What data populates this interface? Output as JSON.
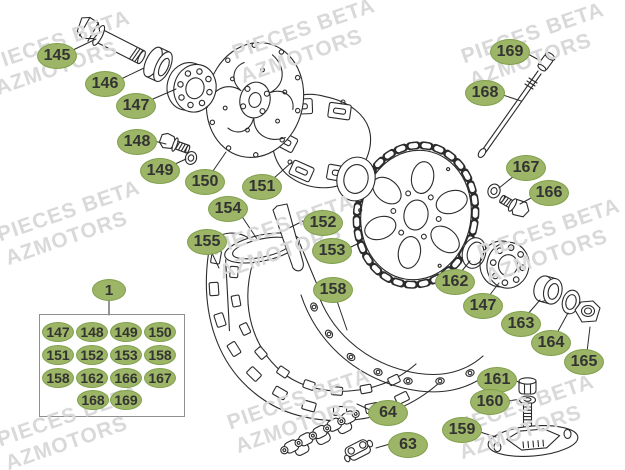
{
  "watermark": {
    "line1": "PIECES BETA",
    "line2": "AZMOTORS"
  },
  "colors": {
    "callout_fill": "#9cb566",
    "callout_border": "#7fa04c",
    "callout_text": "#333333",
    "line_art": "#2b2b2b",
    "watermark": "#d9d9d9"
  },
  "callouts": {
    "group_ref": "1",
    "main": [
      "145",
      "146",
      "147",
      "148",
      "149",
      "150",
      "151",
      "154",
      "152",
      "155",
      "153",
      "158",
      "162",
      "147",
      "163",
      "164",
      "165",
      "166",
      "167",
      "168",
      "169",
      "161",
      "160",
      "159",
      "64",
      "63"
    ]
  },
  "legend": {
    "rows": [
      [
        "147",
        "148",
        "149",
        "150"
      ],
      [
        "151",
        "152",
        "153",
        "158"
      ],
      [
        "158",
        "162",
        "166",
        "167"
      ],
      [
        "168",
        "169"
      ]
    ]
  }
}
